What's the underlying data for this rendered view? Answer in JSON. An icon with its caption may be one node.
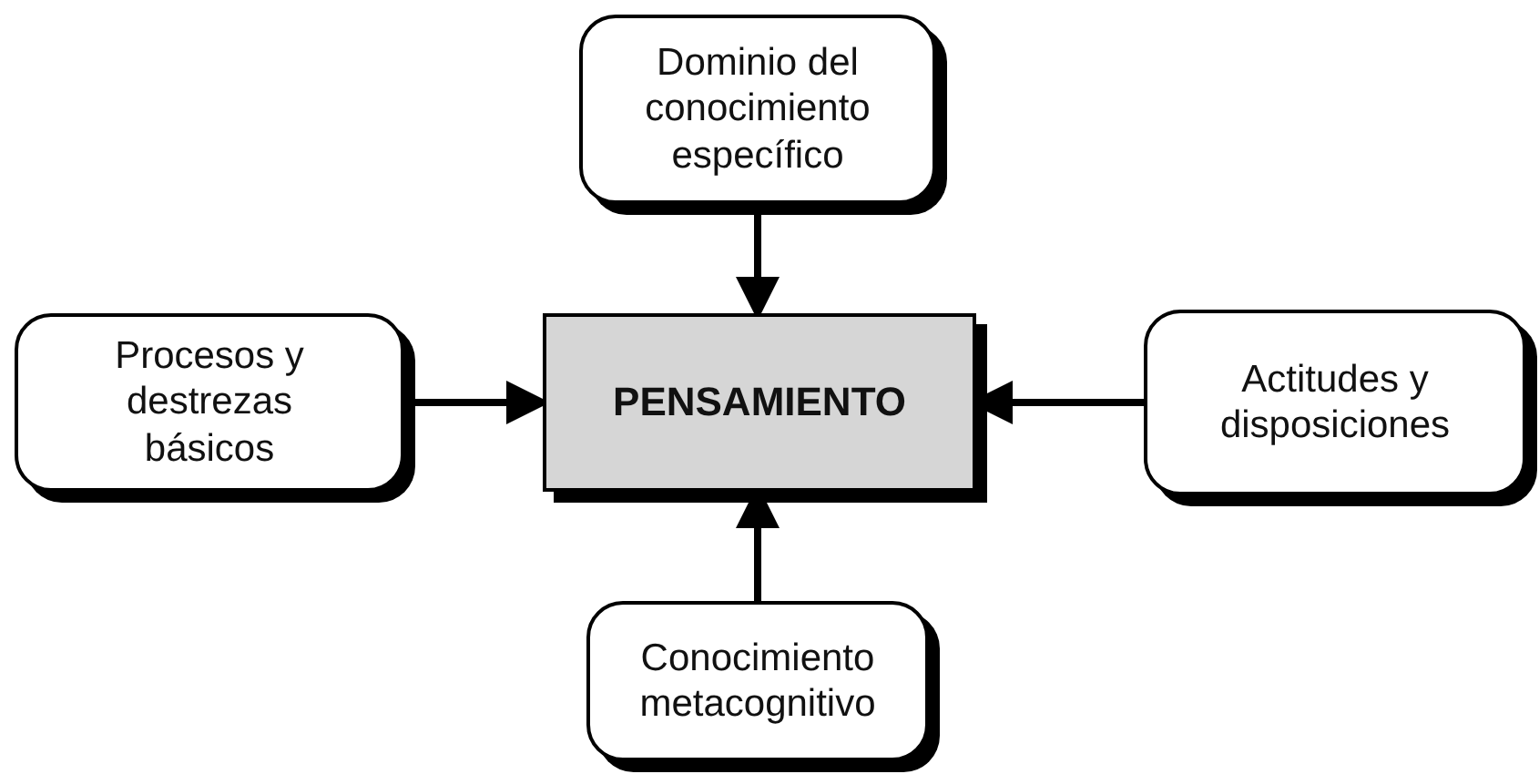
{
  "diagram": {
    "nodes": [
      {
        "text": [
          "Dominio del conocimiento específico"
        ]
      },
      {
        "text": [
          "Procesos y destrezas básicos"
        ]
      },
      {
        "text": [
          "PENSAMIENTO"
        ]
      },
      {
        "text": [
          "Actitudes y disposiciones"
        ]
      },
      {
        "text": [
          "Conocimiento metacognitivo"
        ]
      }
    ],
    "edges": [
      {
        "from": 0,
        "to": 2,
        "arrow": "to"
      },
      {
        "from": 1,
        "to": 2,
        "arrow": "to"
      },
      {
        "from": 3,
        "to": 2,
        "arrow": "to"
      },
      {
        "from": 4,
        "to": 2,
        "arrow": "to"
      }
    ]
  }
}
